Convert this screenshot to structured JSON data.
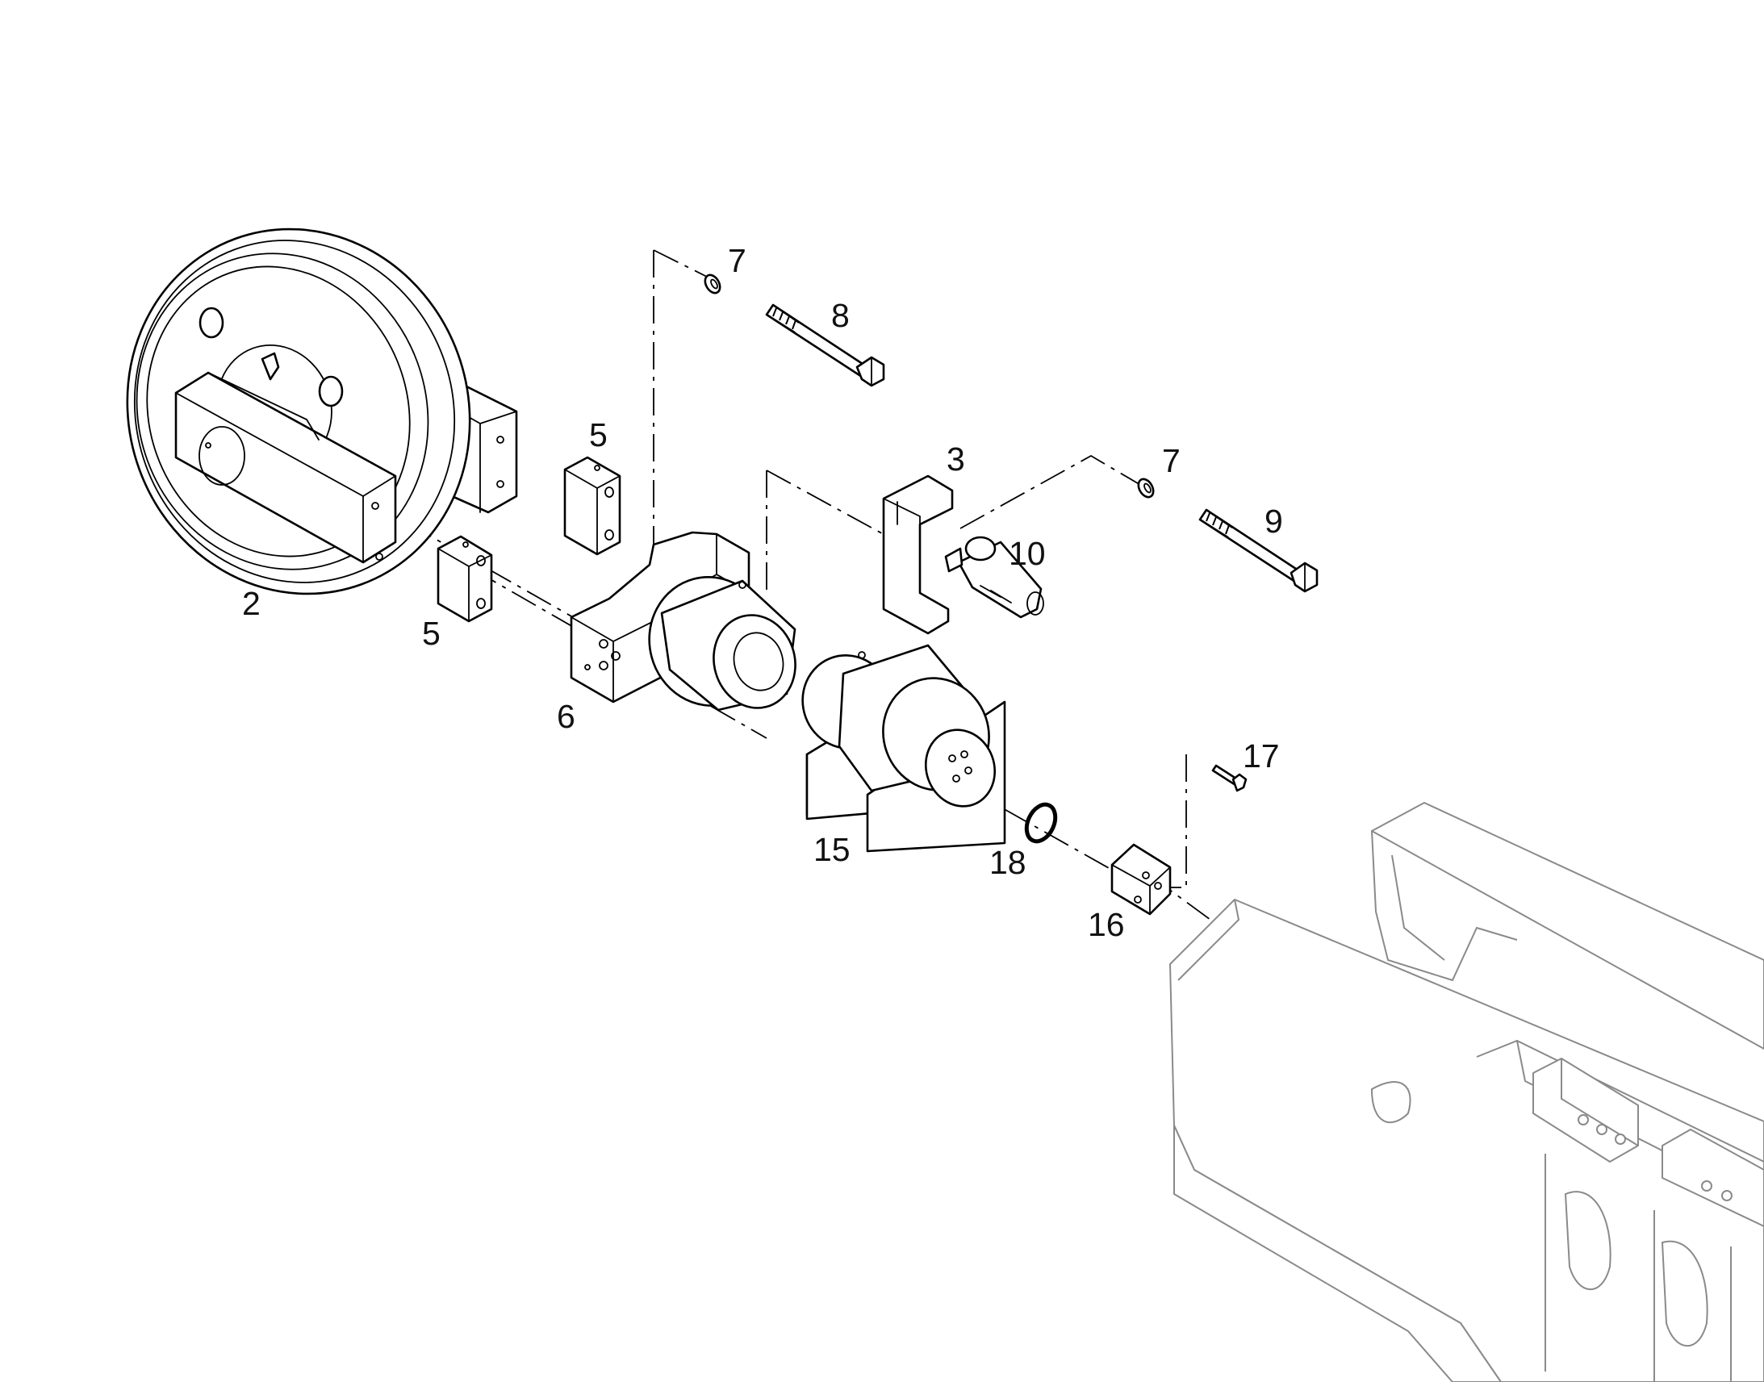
{
  "diagram": {
    "callouts": [
      {
        "id": "c2",
        "label": "2"
      },
      {
        "id": "c3",
        "label": "3"
      },
      {
        "id": "c5a",
        "label": "5"
      },
      {
        "id": "c5b",
        "label": "5"
      },
      {
        "id": "c6",
        "label": "6"
      },
      {
        "id": "c7a",
        "label": "7"
      },
      {
        "id": "c7b",
        "label": "7"
      },
      {
        "id": "c8",
        "label": "8"
      },
      {
        "id": "c9",
        "label": "9"
      },
      {
        "id": "c10",
        "label": "10"
      },
      {
        "id": "c15",
        "label": "15"
      },
      {
        "id": "c16",
        "label": "16"
      },
      {
        "id": "c17",
        "label": "17"
      },
      {
        "id": "c18",
        "label": "18"
      }
    ]
  }
}
